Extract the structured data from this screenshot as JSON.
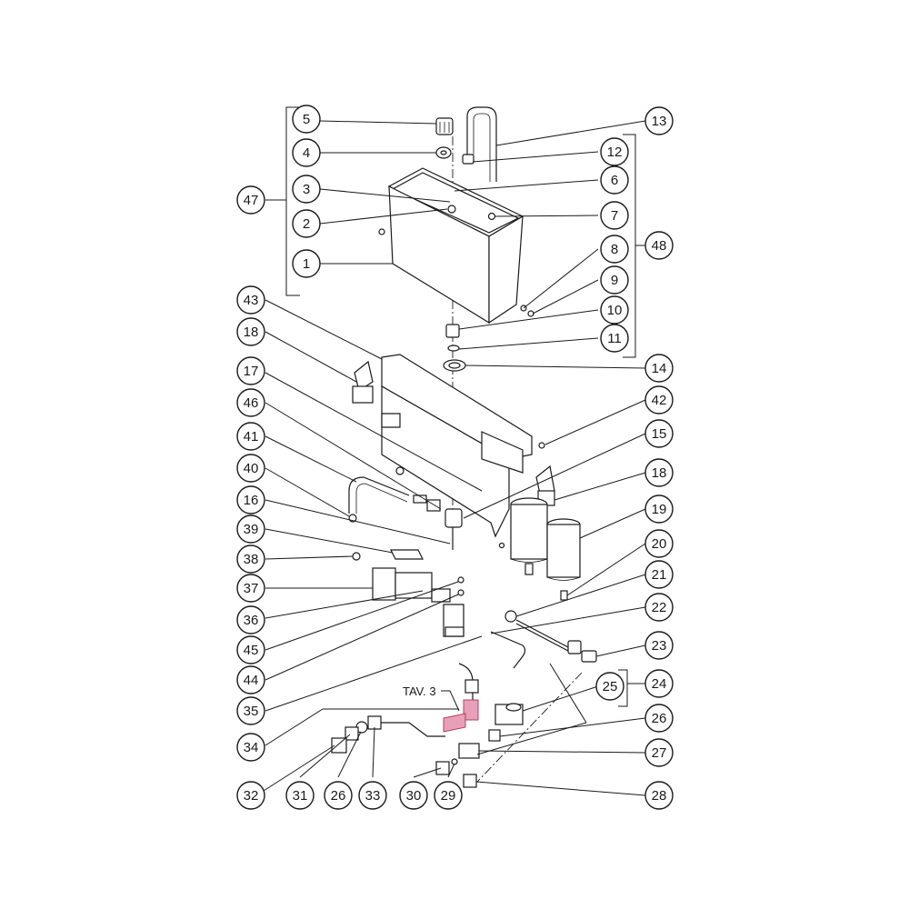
{
  "diagram": {
    "tav_label": "TAV. 3",
    "highlight_color": "#e8a0b8",
    "line_color": "#1a1a1a",
    "callouts": [
      "5",
      "4",
      "3",
      "2",
      "1",
      "47",
      "43",
      "18",
      "17",
      "46",
      "41",
      "40",
      "16",
      "39",
      "38",
      "37",
      "36",
      "45",
      "44",
      "35",
      "34",
      "32",
      "31",
      "26",
      "33",
      "30",
      "29",
      "13",
      "12",
      "6",
      "7",
      "8",
      "9",
      "10",
      "11",
      "48",
      "14",
      "42",
      "15",
      "18",
      "19",
      "20",
      "21",
      "22",
      "23",
      "25",
      "24",
      "26",
      "27",
      "28"
    ]
  }
}
